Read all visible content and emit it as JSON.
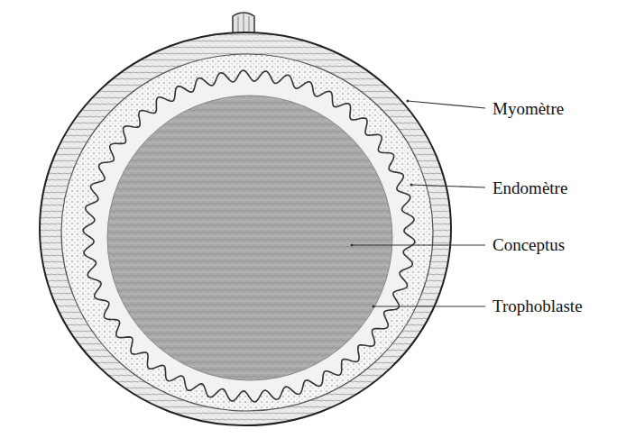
{
  "diagram": {
    "labels": [
      "Myomètre",
      "Endomètre",
      "Conceptus",
      "Trophoblaste"
    ]
  }
}
